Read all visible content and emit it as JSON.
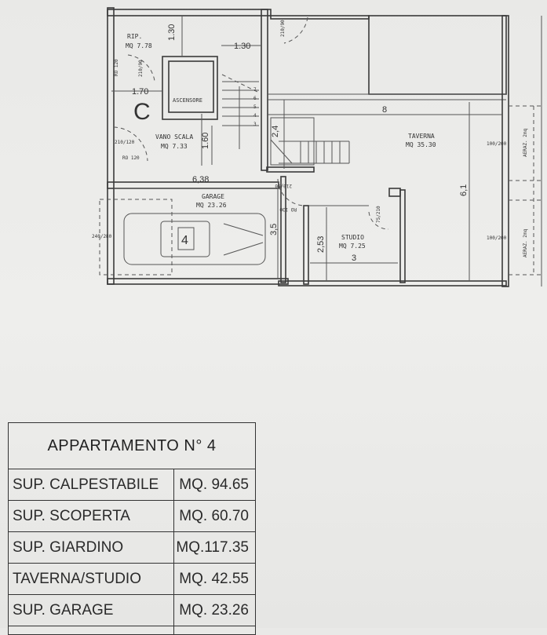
{
  "plan": {
    "rooms": {
      "rip": {
        "name": "RIP.",
        "area": "MQ 7.78"
      },
      "ascensore": {
        "name": "ASCENSORE"
      },
      "vano_scala": {
        "name": "VANO SCALA",
        "area": "MQ 7.33"
      },
      "garage": {
        "name": "GARAGE",
        "area": "MQ 23.26"
      },
      "taverna": {
        "name": "TAVERNA",
        "area": "MQ 35.30"
      },
      "studio": {
        "name": "STUDIO",
        "area": "MQ 7.25"
      }
    },
    "stair_label": "C",
    "parking_number": "4",
    "dimensions": [
      "1.30",
      "1.30",
      "1.70",
      "1.60",
      "6,38",
      "3,5",
      "8",
      "2,4",
      "6,1",
      "2,53",
      "3"
    ],
    "doors": [
      "210/90",
      "210/90",
      "210/120",
      "RO 120",
      "240/280",
      "210/90",
      "RO 130",
      "75/210",
      "100/200",
      "100/200",
      "RO 120"
    ],
    "vents": [
      "AERAZ. 2mq",
      "AERAZ. 2mq"
    ],
    "stair_steps": [
      "7",
      "6",
      "5",
      "4",
      "3"
    ]
  },
  "table": {
    "title": "APPARTAMENTO N° 4",
    "rows": [
      {
        "label": "SUP.  CALPESTABILE",
        "value": "MQ.  94.65"
      },
      {
        "label": "SUP.  SCOPERTA",
        "value": "MQ.  60.70"
      },
      {
        "label": "SUP.  GIARDINO",
        "value": "MQ.117.35"
      },
      {
        "label": "TAVERNA/STUDIO",
        "value": "MQ.  42.55"
      },
      {
        "label": "SUP.  GARAGE",
        "value": "MQ.  23.26"
      }
    ]
  }
}
